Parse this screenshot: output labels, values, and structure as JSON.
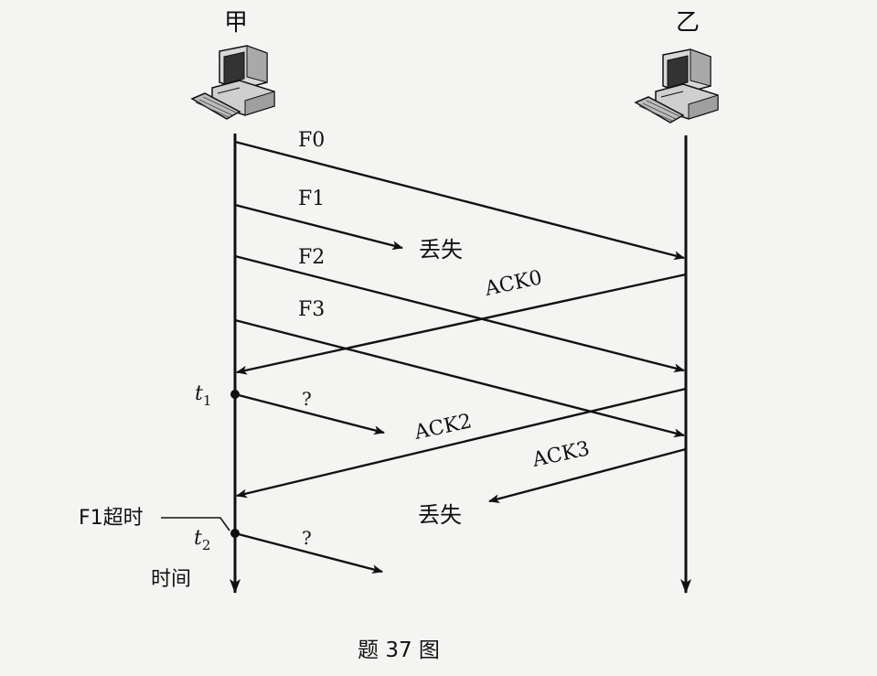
{
  "colors": {
    "ink": "#111111",
    "background": "#f4f4f2"
  },
  "hosts": {
    "sender": {
      "label": "甲",
      "icon": "computer-icon"
    },
    "receiver": {
      "label": "乙",
      "icon": "computer-icon"
    }
  },
  "frames": {
    "f0": "F0",
    "f1": "F1",
    "f2": "F2",
    "f3": "F3"
  },
  "acks": {
    "ack0": "ACK0",
    "ack2": "ACK2",
    "ack3": "ACK3"
  },
  "lost": {
    "f1_lost": "丢失",
    "ack3_lost": "丢失"
  },
  "unknown": {
    "q1": "?",
    "q2": "?"
  },
  "time_marks": {
    "t1": {
      "base": "t",
      "sub": "1"
    },
    "t2": {
      "base": "t",
      "sub": "2"
    }
  },
  "timeout_label": "F1超时",
  "time_axis_label": "时间",
  "caption": "题 37 图"
}
